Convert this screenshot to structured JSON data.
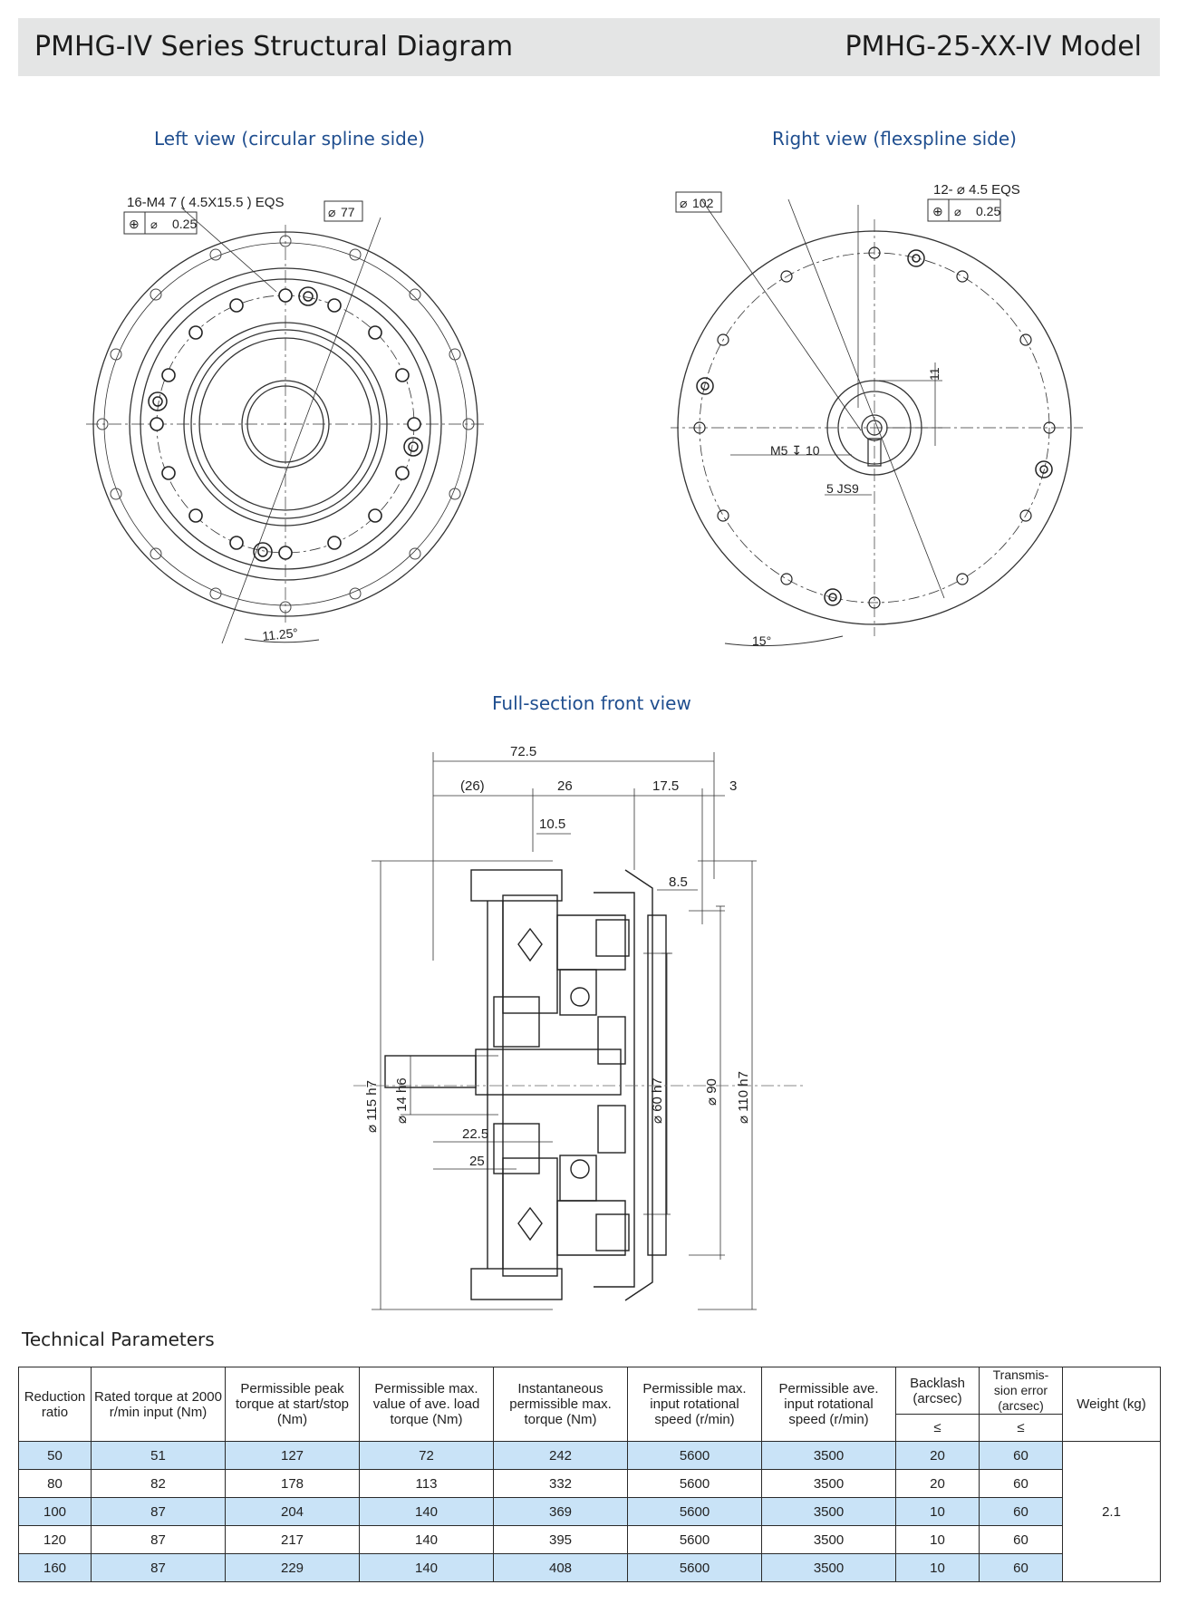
{
  "header": {
    "title_left": "PMHG-IV Series Structural Diagram",
    "title_right": "PMHG-25-XX-IV Model"
  },
  "views": {
    "left": "Left view (circular spline side)",
    "right": "Right view (flexspline side)",
    "front": "Full-section front view"
  },
  "left_view_dims": {
    "holes": "16-M4",
    "holes_depth": "7 (",
    "holes_cb": "4.5X15.5 ) EQS",
    "tol": "0.25",
    "dia_77": "77",
    "angle": "11.25°"
  },
  "right_view_dims": {
    "dia_102": "102",
    "holes": "12-",
    "holes_dia": "4.5 EQS",
    "tol": "0.25",
    "dim_11": "11",
    "m5": "M5",
    "m5_depth": "10",
    "key": "5 JS9",
    "angle": "15°"
  },
  "front_view_dims": {
    "d72_5": "72.5",
    "d26a": "(26)",
    "d26b": "26",
    "d17_5": "17.5",
    "d3": "3",
    "d10_5": "10.5",
    "d8_5": "8.5",
    "dia115": "115 h7",
    "dia14": "14 h6",
    "d22_5": "22.5",
    "d25": "25",
    "dia60": "60 h7",
    "dia90": "90",
    "dia110": "110 h7"
  },
  "tech": {
    "title": "Technical Parameters",
    "headers": {
      "ratio": "Reduction ratio",
      "rated": "Rated torque at 2000 r/min input (Nm)",
      "peak": "Permissible peak torque at start/stop (Nm)",
      "maxavg": "Permissible max. value of ave. load torque (Nm)",
      "inst": "Instantaneous permissible max. torque (Nm)",
      "maxspeed": "Permissible max. input rotational speed (r/min)",
      "avgspeed": "Permissible ave. input rotational speed (r/min)",
      "backlash": "Backlash (arcsec)",
      "trans": "Transmis-sion error (arcsec)",
      "weight": "Weight (kg)",
      "le": "≤"
    },
    "rows": [
      [
        "50",
        "51",
        "127",
        "72",
        "242",
        "5600",
        "3500",
        "20",
        "60"
      ],
      [
        "80",
        "82",
        "178",
        "113",
        "332",
        "5600",
        "3500",
        "20",
        "60"
      ],
      [
        "100",
        "87",
        "204",
        "140",
        "369",
        "5600",
        "3500",
        "10",
        "60"
      ],
      [
        "120",
        "87",
        "217",
        "140",
        "395",
        "5600",
        "3500",
        "10",
        "60"
      ],
      [
        "160",
        "87",
        "229",
        "140",
        "408",
        "5600",
        "3500",
        "10",
        "60"
      ]
    ],
    "weight": "2.1"
  }
}
